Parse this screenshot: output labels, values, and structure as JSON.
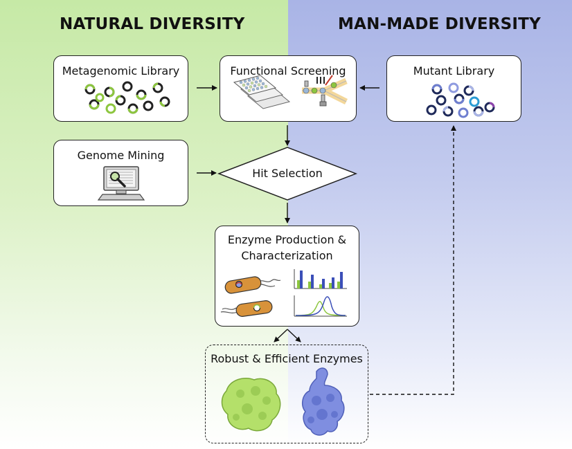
{
  "headings": {
    "natural": "NATURAL DIVERSITY",
    "man_made": "MAN-MADE DIVERSITY"
  },
  "nodes": {
    "metagenomic_library": "Metagenomic Library",
    "functional_screening": "Functional Screening",
    "mutant_library": "Mutant Library",
    "genome_mining": "Genome Mining",
    "hit_selection": "Hit Selection",
    "enzyme_production_line1": "Enzyme Production &",
    "enzyme_production_line2": "Characterization",
    "robust_enzymes": "Robust & Efficient Enzymes"
  },
  "colors": {
    "natural_green": "#8dc63f",
    "man_made_blue": "#6f7fd0",
    "cell_orange": "#d8923a",
    "dark_navy": "#1f2a5a"
  },
  "icons": {
    "microplates": "microplate-icon",
    "microfluidics": "microfluidic-chip-icon",
    "computer": "computer-search-icon",
    "bacteria": "bacterium-icon",
    "bar_chart": "bar-chart-icon",
    "chromatogram": "chromatogram-icon",
    "green_enzyme": "enzyme-structure-green-icon",
    "blue_enzyme": "enzyme-structure-blue-icon"
  }
}
